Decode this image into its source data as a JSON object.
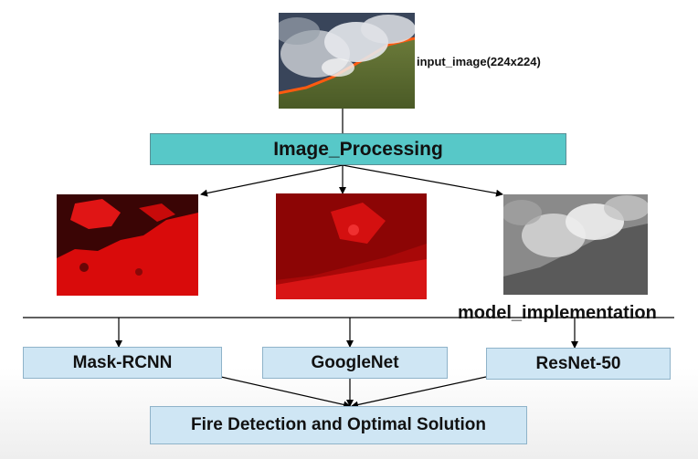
{
  "input_image": {
    "label": "input_image(224x224)",
    "alt": "Satellite photo of wildfire with smoke plumes over forest"
  },
  "processing": {
    "label": "Image_Processing"
  },
  "processed_images": [
    {
      "name": "red-filtered-image",
      "tint": "#d10a0a"
    },
    {
      "name": "dark-red-filtered-image",
      "tint": "#b00808"
    },
    {
      "name": "grayscale-image",
      "tint": "#8a8a8a"
    }
  ],
  "model_implementation": {
    "label": "model_implementation"
  },
  "models": [
    {
      "label": "Mask-RCNN"
    },
    {
      "label": "GoogleNet"
    },
    {
      "label": "ResNet-50"
    }
  ],
  "output": {
    "label": "Fire Detection and Optimal Solution"
  },
  "colors": {
    "processing_box": "#57c8c8",
    "model_box": "#cfe6f4",
    "line": "#000000"
  }
}
